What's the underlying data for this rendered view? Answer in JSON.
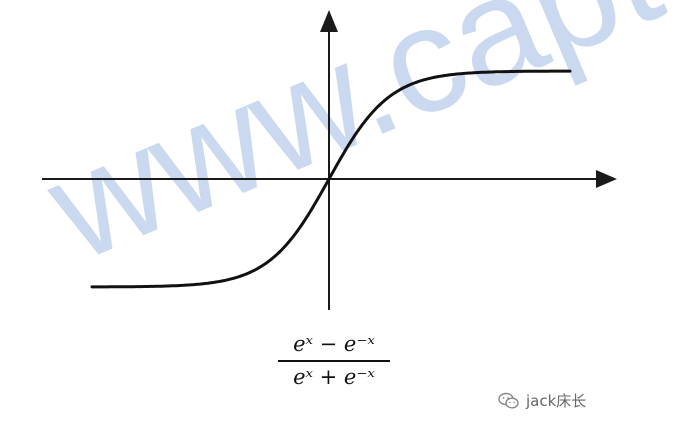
{
  "watermark": {
    "text": "www.capte"
  },
  "axes": {
    "color": "#1a1a1a",
    "curve_color": "#111111"
  },
  "function": {
    "name": "tanh",
    "x_range": [
      -4,
      4
    ],
    "y_range": [
      -1,
      1
    ]
  },
  "formula": {
    "numerator": "eˣ − e⁻ˣ",
    "denominator": "eˣ + e⁻ˣ"
  },
  "credit": {
    "icon": "wechat-icon",
    "text": "jack床长"
  }
}
